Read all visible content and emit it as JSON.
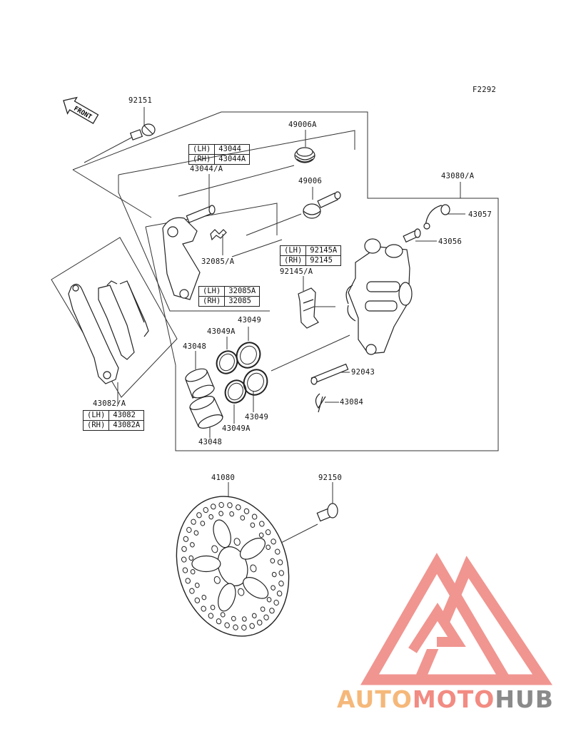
{
  "figure_code": "F2292",
  "front_arrow_text": "FRONT",
  "callouts": {
    "c92151": "92151",
    "c49006A": "49006A",
    "c43044A": "43044/A",
    "c49006": "49006",
    "c43080A": "43080/A",
    "c43057": "43057",
    "c43056": "43056",
    "c32085A": "32085/A",
    "c92145A": "92145/A",
    "c43049top": "43049",
    "c43049Atop": "43049A",
    "c43048top": "43048",
    "c92043": "92043",
    "c43084": "43084",
    "c43082A": "43082/A",
    "c43049bot": "43049",
    "c43049Abot": "43049A",
    "c43048bot": "43048",
    "c41080": "41080",
    "c92150": "92150"
  },
  "variant_tables": {
    "t43044": [
      {
        "side": "(LH)",
        "part": "43044"
      },
      {
        "side": "(RH)",
        "part": "43044A"
      }
    ],
    "t32085": [
      {
        "side": "(LH)",
        "part": "32085A"
      },
      {
        "side": "(RH)",
        "part": "32085"
      }
    ],
    "t92145": [
      {
        "side": "(LH)",
        "part": "92145A"
      },
      {
        "side": "(RH)",
        "part": "92145"
      }
    ],
    "t43082": [
      {
        "side": "(LH)",
        "part": "43082"
      },
      {
        "side": "(RH)",
        "part": "43082A"
      }
    ]
  },
  "watermark": {
    "part1": "AUTO",
    "part2": "MOTO",
    "part3": "HUB",
    "color_light": "#f5b87a",
    "color_mid": "#f28b82",
    "color_dark": "#8a8a8a",
    "triangle_color": "#ef8a84"
  }
}
